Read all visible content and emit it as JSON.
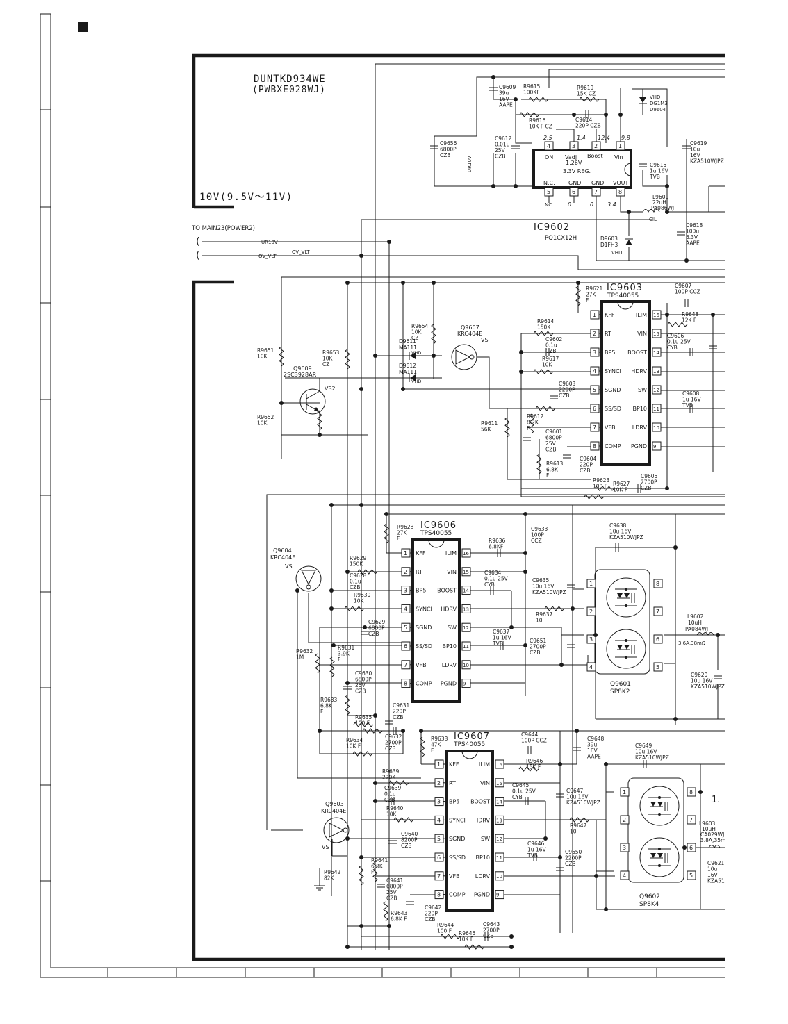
{
  "board": {
    "name": "DUNTKD934WE",
    "part": "(PWBXE028WJ)"
  },
  "supply": {
    "label": "10V(9.5V〜11V)"
  },
  "connector": {
    "title": "TO MAIN23(POWER2)",
    "pins": [
      {
        "label": "UR10V"
      },
      {
        "label": "OV_VLT"
      }
    ],
    "net_ov": "OV_VLT",
    "net_ur": "UR10V"
  },
  "regulator": {
    "ref": "IC9602",
    "part": "PQ1CX12H",
    "desc": "3.3V REG.",
    "pins_top": [
      "ON",
      "Vadj",
      "Boost",
      "Vin"
    ],
    "pins_top_num": [
      "4",
      "3",
      "2",
      "1"
    ],
    "pins_bottom": [
      "N.C.",
      "GND",
      "GND",
      "VOUT"
    ],
    "pins_bottom_num": [
      "5",
      "6",
      "7",
      "8"
    ],
    "vadj_note": "1.26V",
    "volt_top": [
      "2.5",
      "1.4",
      "12.4",
      "9.8"
    ],
    "volt_bottom": [
      "0",
      "0",
      "3.4"
    ],
    "nc": "NC"
  },
  "ic_pins": {
    "left": [
      "KFF",
      "RT",
      "BP5",
      "SYNCI",
      "SGND",
      "SS/SD",
      "VFB",
      "COMP"
    ],
    "right": [
      "ILIM",
      "VIN",
      "BOOST",
      "HDRV",
      "SW",
      "BP10",
      "LDRV",
      "PGND"
    ],
    "left_num": [
      "1",
      "2",
      "3",
      "4",
      "5",
      "6",
      "7",
      "8"
    ],
    "right_num": [
      "16",
      "15",
      "14",
      "13",
      "12",
      "11",
      "10",
      "9"
    ]
  },
  "controllers": [
    {
      "ref": "IC9603",
      "part": "TPS40055"
    },
    {
      "ref": "IC9606",
      "part": "TPS40055"
    },
    {
      "ref": "IC9607",
      "part": "TPS40055"
    }
  ],
  "mosfets": [
    {
      "ref": "Q9601",
      "part": "SP8K2",
      "pins_l": [
        "1",
        "2",
        "3",
        "4"
      ],
      "pins_r": [
        "8",
        "7",
        "6",
        "5"
      ]
    },
    {
      "ref": "Q9602",
      "part": "SP8K4",
      "pins_l": [
        "1",
        "2",
        "3",
        "4"
      ],
      "pins_r": [
        "8",
        "7",
        "6",
        "5"
      ]
    }
  ],
  "transistors": {
    "q9609": {
      "ref": "Q9609",
      "part": "2SC3928AR",
      "tag": "VS2"
    },
    "q9607": {
      "ref": "Q9607",
      "part": "KRC404E",
      "tag": "VS"
    },
    "q9604": {
      "ref": "Q9604",
      "part": "KRC404E",
      "tag": "VS"
    },
    "q9603": {
      "ref": "Q9603",
      "part": "KRC404E",
      "tag": "VS"
    }
  },
  "diodes": {
    "d9611": {
      "ref": "D9611",
      "part": "MA111",
      "tag": "VHD"
    },
    "d9612": {
      "ref": "D9612",
      "part": "MA111",
      "tag": "VHD"
    },
    "d9603": {
      "ref": "D9603",
      "part": "D1FH3",
      "tag": "VHD"
    },
    "d9604": {
      "tag": "VHD",
      "part": "DG1M3",
      "ref": "D9604"
    }
  },
  "inductors": {
    "l9601": {
      "ref": "L9601",
      "val": "22uH",
      "part": "PA086WJ",
      "tag": "CIL"
    },
    "l9602": {
      "ref": "L9602",
      "val": "10uH",
      "part": "PA084WJ",
      "rating": "3.6A,38mΩ"
    },
    "l9603": {
      "ref": "L9603",
      "val": "10uH",
      "part": "CA029WJ",
      "rating": "3.8A,35m"
    }
  },
  "out_fragment": "1.",
  "parts": [
    {
      "ref": "C9609",
      "val": "39u",
      "v": "16V",
      "t": "AAPE"
    },
    {
      "ref": "R9615",
      "val": "100KF"
    },
    {
      "ref": "R9619",
      "val": "15K CZ"
    },
    {
      "ref": "R9616",
      "val": "10K F CZ"
    },
    {
      "ref": "C9614",
      "val": "220P CZB"
    },
    {
      "ref": "C9656",
      "val": "6800P",
      "t": "CZB"
    },
    {
      "ref": "C9612",
      "val": "0.01u",
      "v": "25V",
      "t": "CZB"
    },
    {
      "ref": "C9619",
      "val": "10u",
      "v": "16V",
      "t": "KZA510WJPZ"
    },
    {
      "ref": "C9615",
      "val": "1u 16V",
      "t": "TVB"
    },
    {
      "ref": "C9618",
      "val": "100u",
      "v": "6.3V",
      "t": "AAPE"
    },
    {
      "ref": "R9621",
      "val": "27K",
      "t": "F"
    },
    {
      "ref": "C9607",
      "val": "100P CCZ"
    },
    {
      "ref": "R9648",
      "val": "12K F"
    },
    {
      "ref": "R9614",
      "val": "150K"
    },
    {
      "ref": "C9602",
      "val": "0.1u",
      "t": "CZB"
    },
    {
      "ref": "R9617",
      "val": "10K"
    },
    {
      "ref": "C9606",
      "val": "0.1u 25V",
      "t": "CYB"
    },
    {
      "ref": "C9603",
      "val": "2200P",
      "t": "CZB"
    },
    {
      "ref": "C9608",
      "val": "1u 16V",
      "t": "TVB"
    },
    {
      "ref": "R9612",
      "val": "8.2K",
      "t": "F"
    },
    {
      "ref": "C9601",
      "val": "6800P",
      "v": "25V",
      "t": "CZB"
    },
    {
      "ref": "R9611",
      "val": "56K"
    },
    {
      "ref": "R9613",
      "val": "6.8K",
      "t": "F"
    },
    {
      "ref": "C9604",
      "val": "220P",
      "t": "CZB"
    },
    {
      "ref": "R9623",
      "val": "100 F"
    },
    {
      "ref": "C9605",
      "val": "2700P",
      "t": "CZB"
    },
    {
      "ref": "R9627",
      "val": "10K F"
    },
    {
      "ref": "R9654",
      "val": "10K",
      "t": "CZ"
    },
    {
      "ref": "R9651",
      "val": "10K"
    },
    {
      "ref": "R9653",
      "val": "10K",
      "t": "CZ"
    },
    {
      "ref": "R9652",
      "val": "10K"
    },
    {
      "ref": "R9628",
      "val": "27K",
      "t": "F"
    },
    {
      "ref": "C9633",
      "val": "100P",
      "t": "CCZ"
    },
    {
      "ref": "R9636",
      "val": "6.8KF"
    },
    {
      "ref": "R9629",
      "val": "150K"
    },
    {
      "ref": "C9628",
      "val": "0.1u",
      "t": "CZB"
    },
    {
      "ref": "R9630",
      "val": "10K"
    },
    {
      "ref": "C9634",
      "val": "0.1u 25V",
      "t": "CYB"
    },
    {
      "ref": "C9635",
      "val": "10u 16V",
      "t": "KZA510WJPZ"
    },
    {
      "ref": "R9637",
      "val": "10"
    },
    {
      "ref": "C9629",
      "val": "6800P",
      "t": "CZB"
    },
    {
      "ref": "C9637",
      "val": "1u 16V",
      "t": "TVB"
    },
    {
      "ref": "C9651",
      "val": "2700P",
      "t": "CZB"
    },
    {
      "ref": "R9631",
      "val": "3.9K",
      "t": "F"
    },
    {
      "ref": "R9632",
      "val": "1M"
    },
    {
      "ref": "C9630",
      "val": "6800P",
      "v": "25V",
      "t": "CZB"
    },
    {
      "ref": "R9633",
      "val": "6.8K",
      "t": "F"
    },
    {
      "ref": "R9635",
      "val": "100 F"
    },
    {
      "ref": "C9631",
      "val": "220P",
      "t": "CZB"
    },
    {
      "ref": "R9634",
      "val": "10K F"
    },
    {
      "ref": "C9632",
      "val": "2700P",
      "t": "CZB"
    },
    {
      "ref": "C9638",
      "val": "10u 16V",
      "t": "KZA510WJPZ"
    },
    {
      "ref": "C9620",
      "val": "10u 16V",
      "t": "KZA510WJPZ"
    },
    {
      "ref": "R9638",
      "val": "47K",
      "t": "F"
    },
    {
      "ref": "C9644",
      "val": "100P CCZ"
    },
    {
      "ref": "C9648",
      "val": "39u",
      "v": "16V",
      "t": "AAPE"
    },
    {
      "ref": "C9649",
      "val": "10u 16V",
      "t": "KZA510WJPZ"
    },
    {
      "ref": "R9646",
      "val": "15K F"
    },
    {
      "ref": "R9639",
      "val": "220K"
    },
    {
      "ref": "C9639",
      "val": "0.1u",
      "t": "CZB"
    },
    {
      "ref": "C9645",
      "val": "0.1u 25V",
      "t": "CYB"
    },
    {
      "ref": "C9647",
      "val": "10u 16V",
      "t": "KZA510WJPZ"
    },
    {
      "ref": "R9640",
      "val": "10K"
    },
    {
      "ref": "R9647",
      "val": "10"
    },
    {
      "ref": "C9640",
      "val": "8200P",
      "t": "CZB"
    },
    {
      "ref": "C9646",
      "val": "1u 16V",
      "t": "TVB"
    },
    {
      "ref": "C9650",
      "val": "2200P",
      "t": "CZB"
    },
    {
      "ref": "R9641",
      "val": "6.8K",
      "t": "F"
    },
    {
      "ref": "C9641",
      "val": "6800P",
      "v": "25V",
      "t": "CZB"
    },
    {
      "ref": "R9642",
      "val": "82K"
    },
    {
      "ref": "R9643",
      "val": "6.8K F"
    },
    {
      "ref": "C9642",
      "val": "220P",
      "t": "CZB"
    },
    {
      "ref": "R9644",
      "val": "100 F"
    },
    {
      "ref": "C9643",
      "val": "2700P",
      "t": "CZB"
    },
    {
      "ref": "R9645",
      "val": "10K F"
    },
    {
      "ref": "C9621",
      "val": "10u",
      "v": "16V",
      "t": "KZA51"
    }
  ]
}
